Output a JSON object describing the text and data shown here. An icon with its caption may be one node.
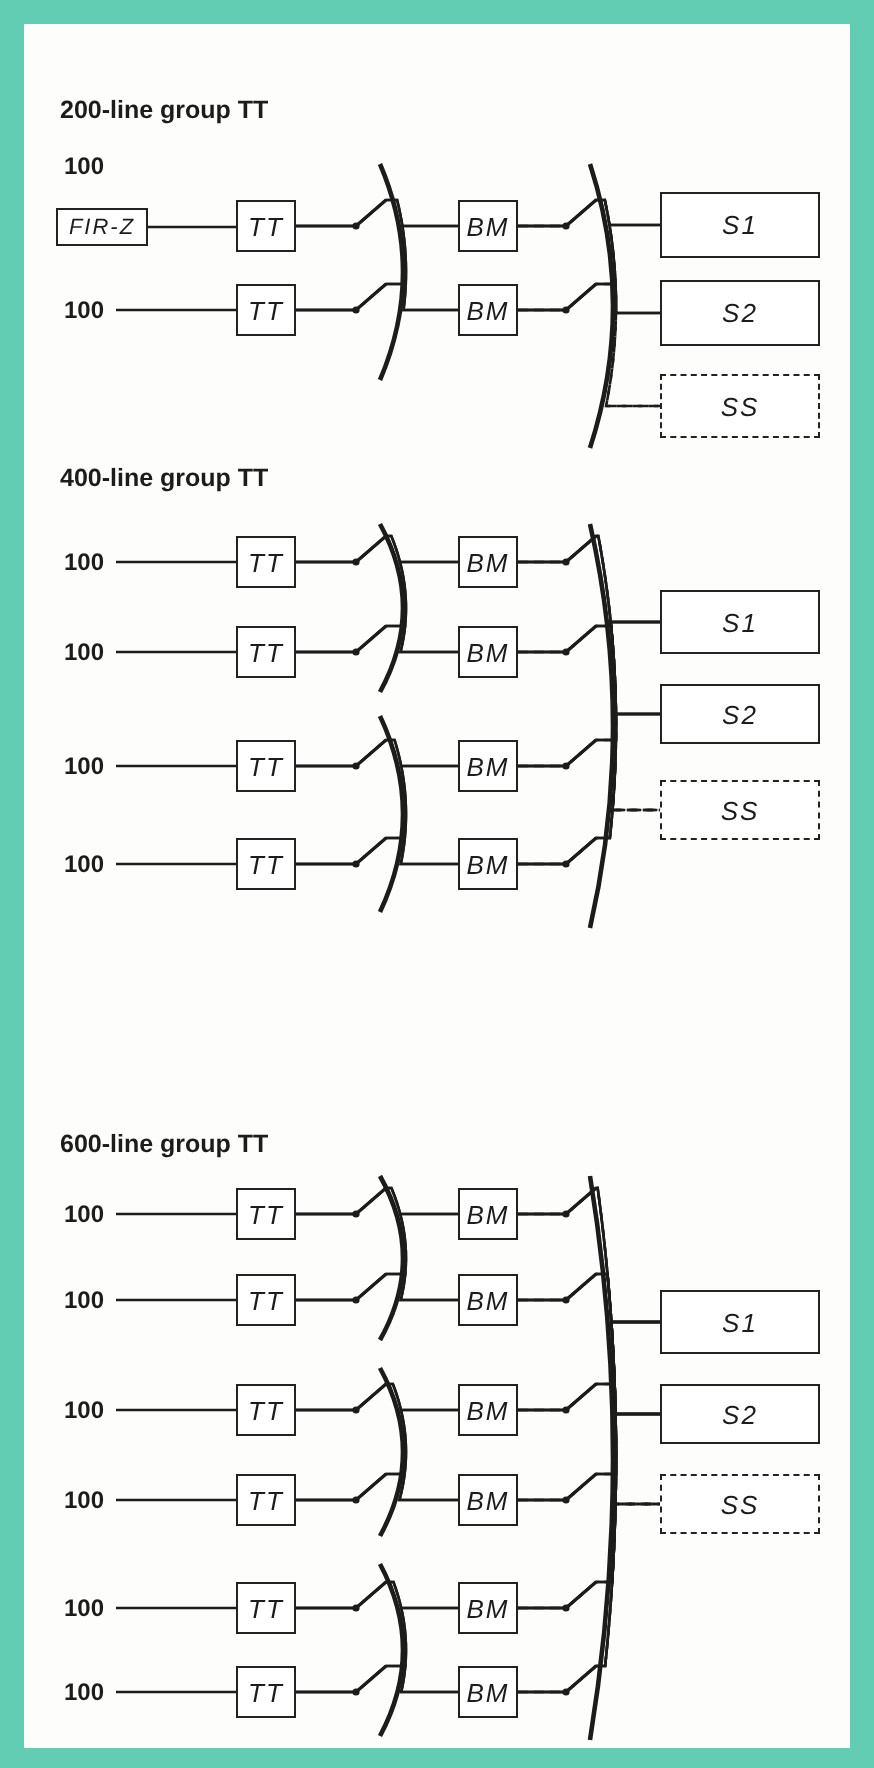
{
  "diagram": {
    "nodes": [
      {
        "text": [
          "FIR-Z"
        ],
        "beside": [
          "100"
        ]
      },
      {
        "text": [
          "TT"
        ]
      },
      {
        "text": [
          "BM"
        ]
      },
      {
        "text": [
          "S1"
        ]
      },
      {
        "text": [
          "100"
        ]
      },
      {
        "text": [
          "TT"
        ]
      },
      {
        "text": [
          "BM"
        ]
      },
      {
        "text": [
          "S2"
        ]
      },
      {
        "text": [
          "SS"
        ]
      },
      {
        "text": [
          "100"
        ]
      },
      {
        "text": [
          "TT"
        ]
      },
      {
        "text": [
          "BM"
        ]
      },
      {
        "text": [
          "100"
        ]
      },
      {
        "text": [
          "TT"
        ]
      },
      {
        "text": [
          "BM"
        ]
      },
      {
        "text": [
          "100"
        ]
      },
      {
        "text": [
          "TT"
        ]
      },
      {
        "text": [
          "BM"
        ]
      },
      {
        "text": [
          "100"
        ]
      },
      {
        "text": [
          "TT"
        ]
      },
      {
        "text": [
          "BM"
        ]
      },
      {
        "text": [
          "S1"
        ]
      },
      {
        "text": [
          "S2"
        ]
      },
      {
        "text": [
          "SS"
        ]
      },
      {
        "text": [
          "100"
        ]
      },
      {
        "text": [
          "TT"
        ]
      },
      {
        "text": [
          "BM"
        ]
      },
      {
        "text": [
          "100"
        ]
      },
      {
        "text": [
          "TT"
        ]
      },
      {
        "text": [
          "BM"
        ]
      },
      {
        "text": [
          "100"
        ]
      },
      {
        "text": [
          "TT"
        ]
      },
      {
        "text": [
          "BM"
        ]
      },
      {
        "text": [
          "100"
        ]
      },
      {
        "text": [
          "TT"
        ]
      },
      {
        "text": [
          "BM"
        ]
      },
      {
        "text": [
          "100"
        ]
      },
      {
        "text": [
          "TT"
        ]
      },
      {
        "text": [
          "BM"
        ]
      },
      {
        "text": [
          "100"
        ]
      },
      {
        "text": [
          "TT"
        ]
      },
      {
        "text": [
          "BM"
        ]
      },
      {
        "text": [
          "S1"
        ]
      },
      {
        "text": [
          "S2"
        ]
      },
      {
        "text": [
          "SS"
        ]
      }
    ],
    "edges": [
      {
        "from": 0,
        "to": 1,
        "arrow": "none"
      },
      {
        "from": 4,
        "to": 5,
        "arrow": "none"
      },
      {
        "from": 1,
        "to": 2,
        "arrow": "none"
      },
      {
        "from": 1,
        "to": 6,
        "arrow": "none"
      },
      {
        "from": 5,
        "to": 2,
        "arrow": "none"
      },
      {
        "from": 5,
        "to": 6,
        "arrow": "none"
      },
      {
        "from": 2,
        "to": 3,
        "arrow": "none"
      },
      {
        "from": 2,
        "to": 7,
        "arrow": "none"
      },
      {
        "from": 2,
        "to": 8,
        "arrow": "none",
        "style": "dashed"
      },
      {
        "from": 6,
        "to": 3,
        "arrow": "none"
      },
      {
        "from": 6,
        "to": 7,
        "arrow": "none"
      },
      {
        "from": 6,
        "to": 8,
        "arrow": "none",
        "style": "dashed"
      },
      {
        "from": 9,
        "to": 10,
        "arrow": "none"
      },
      {
        "from": 12,
        "to": 13,
        "arrow": "none"
      },
      {
        "from": 15,
        "to": 16,
        "arrow": "none"
      },
      {
        "from": 18,
        "to": 19,
        "arrow": "none"
      },
      {
        "from": 10,
        "to": 11,
        "arrow": "none"
      },
      {
        "from": 10,
        "to": 14,
        "arrow": "none"
      },
      {
        "from": 13,
        "to": 11,
        "arrow": "none"
      },
      {
        "from": 13,
        "to": 14,
        "arrow": "none"
      },
      {
        "from": 16,
        "to": 17,
        "arrow": "none"
      },
      {
        "from": 16,
        "to": 20,
        "arrow": "none"
      },
      {
        "from": 19,
        "to": 17,
        "arrow": "none"
      },
      {
        "from": 19,
        "to": 20,
        "arrow": "none"
      },
      {
        "from": 11,
        "to": 21,
        "arrow": "none"
      },
      {
        "from": 11,
        "to": 22,
        "arrow": "none"
      },
      {
        "from": 11,
        "to": 23,
        "arrow": "none",
        "style": "dashed"
      },
      {
        "from": 14,
        "to": 21,
        "arrow": "none"
      },
      {
        "from": 14,
        "to": 22,
        "arrow": "none"
      },
      {
        "from": 14,
        "to": 23,
        "arrow": "none",
        "style": "dashed"
      },
      {
        "from": 17,
        "to": 21,
        "arrow": "none"
      },
      {
        "from": 17,
        "to": 22,
        "arrow": "none"
      },
      {
        "from": 17,
        "to": 23,
        "arrow": "none",
        "style": "dashed"
      },
      {
        "from": 20,
        "to": 21,
        "arrow": "none"
      },
      {
        "from": 20,
        "to": 22,
        "arrow": "none"
      },
      {
        "from": 20,
        "to": 23,
        "arrow": "none",
        "style": "dashed"
      },
      {
        "from": 24,
        "to": 25,
        "arrow": "none"
      },
      {
        "from": 27,
        "to": 28,
        "arrow": "none"
      },
      {
        "from": 30,
        "to": 31,
        "arrow": "none"
      },
      {
        "from": 33,
        "to": 34,
        "arrow": "none"
      },
      {
        "from": 36,
        "to": 37,
        "arrow": "none"
      },
      {
        "from": 39,
        "to": 40,
        "arrow": "none"
      },
      {
        "from": 25,
        "to": 26,
        "arrow": "none"
      },
      {
        "from": 25,
        "to": 29,
        "arrow": "none"
      },
      {
        "from": 28,
        "to": 26,
        "arrow": "none"
      },
      {
        "from": 28,
        "to": 29,
        "arrow": "none"
      },
      {
        "from": 31,
        "to": 32,
        "arrow": "none"
      },
      {
        "from": 31,
        "to": 35,
        "arrow": "none"
      },
      {
        "from": 34,
        "to": 32,
        "arrow": "none"
      },
      {
        "from": 34,
        "to": 35,
        "arrow": "none"
      },
      {
        "from": 37,
        "to": 38,
        "arrow": "none"
      },
      {
        "from": 37,
        "to": 41,
        "arrow": "none"
      },
      {
        "from": 40,
        "to": 38,
        "arrow": "none"
      },
      {
        "from": 40,
        "to": 41,
        "arrow": "none"
      },
      {
        "from": 26,
        "to": 42,
        "arrow": "none"
      },
      {
        "from": 26,
        "to": 43,
        "arrow": "none"
      },
      {
        "from": 26,
        "to": 44,
        "arrow": "none",
        "style": "dashed"
      },
      {
        "from": 29,
        "to": 42,
        "arrow": "none"
      },
      {
        "from": 29,
        "to": 43,
        "arrow": "none"
      },
      {
        "from": 29,
        "to": 44,
        "arrow": "none",
        "style": "dashed"
      },
      {
        "from": 32,
        "to": 42,
        "arrow": "none"
      },
      {
        "from": 32,
        "to": 43,
        "arrow": "none"
      },
      {
        "from": 32,
        "to": 44,
        "arrow": "none",
        "style": "dashed"
      },
      {
        "from": 35,
        "to": 42,
        "arrow": "none"
      },
      {
        "from": 35,
        "to": 43,
        "arrow": "none"
      },
      {
        "from": 35,
        "to": 44,
        "arrow": "none",
        "style": "dashed"
      },
      {
        "from": 38,
        "to": 42,
        "arrow": "none"
      },
      {
        "from": 38,
        "to": 43,
        "arrow": "none"
      },
      {
        "from": 38,
        "to": 44,
        "arrow": "none",
        "style": "dashed"
      },
      {
        "from": 41,
        "to": 42,
        "arrow": "none"
      },
      {
        "from": 41,
        "to": 43,
        "arrow": "none"
      },
      {
        "from": 41,
        "to": 44,
        "arrow": "none",
        "style": "dashed"
      }
    ],
    "labels": [
      "200-line group TT",
      "400-line group TT",
      "600-line group TT"
    ]
  }
}
